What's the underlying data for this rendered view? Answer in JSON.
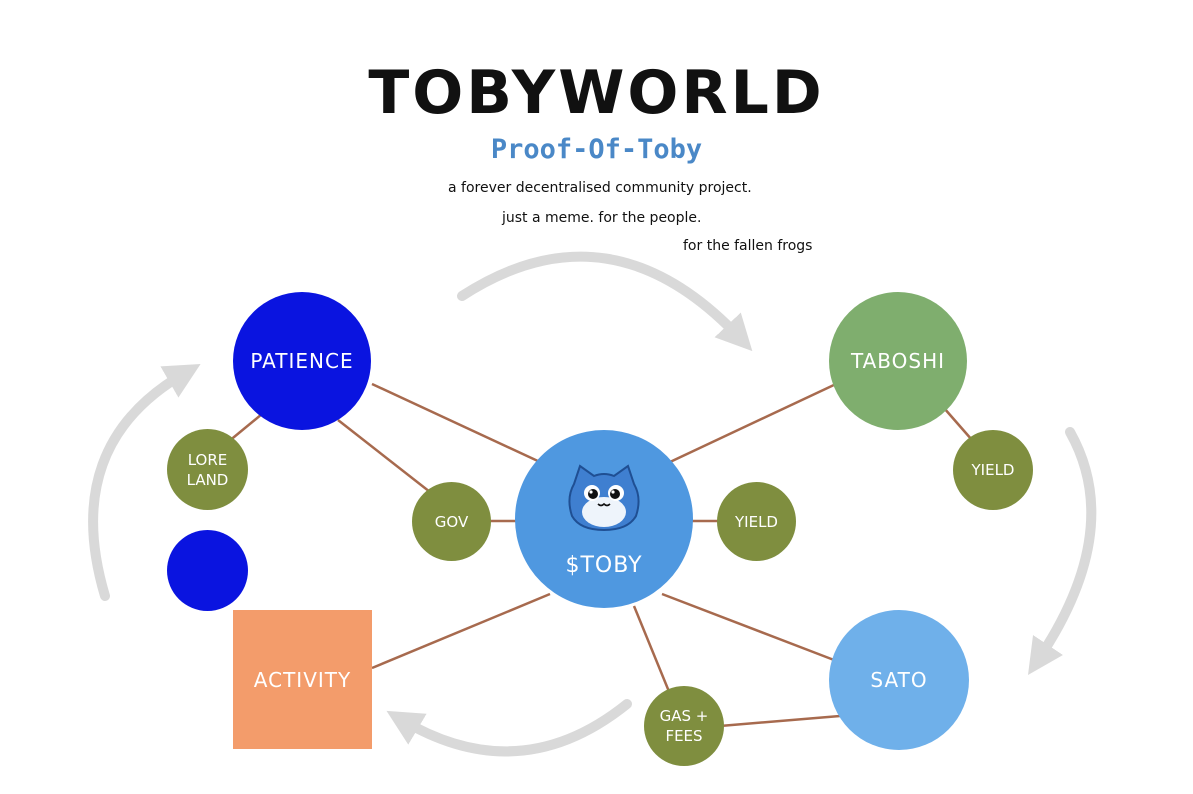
{
  "header": {
    "title": "TOBYWORLD",
    "subtitle": "Proof-Of-Toby",
    "taglines": [
      "a forever decentralised community project.",
      "just a meme. for the people.",
      "for the fallen frogs"
    ]
  },
  "nodes": {
    "patience": "PATIENCE",
    "taboshi": "TABOSHI",
    "toby": "$TOBY",
    "sato": "SATO",
    "activity": "ACTIVITY",
    "lore_land": "LORE\nLAND",
    "gov": "GOV",
    "yield_center": "YIELD",
    "yield_right": "YIELD",
    "gas_fees": "GAS +\nFEES"
  },
  "colors": {
    "patience": "#0a14e0",
    "small_blue": "#0a14e0",
    "taboshi": "#7fae6e",
    "toby": "#4f98e0",
    "sato": "#6fb0ea",
    "activity": "#f39c6b",
    "olive": "#7f8e3f",
    "edge": "#a76a4e",
    "arrow": "#d9d9d9",
    "mascot_body": "#3f7fd0",
    "mascot_belly": "#eef4fb"
  },
  "icons": {
    "mascot": "blue-frog-mascot-icon",
    "cycle_arrows": "cycle-arrow-icon"
  }
}
